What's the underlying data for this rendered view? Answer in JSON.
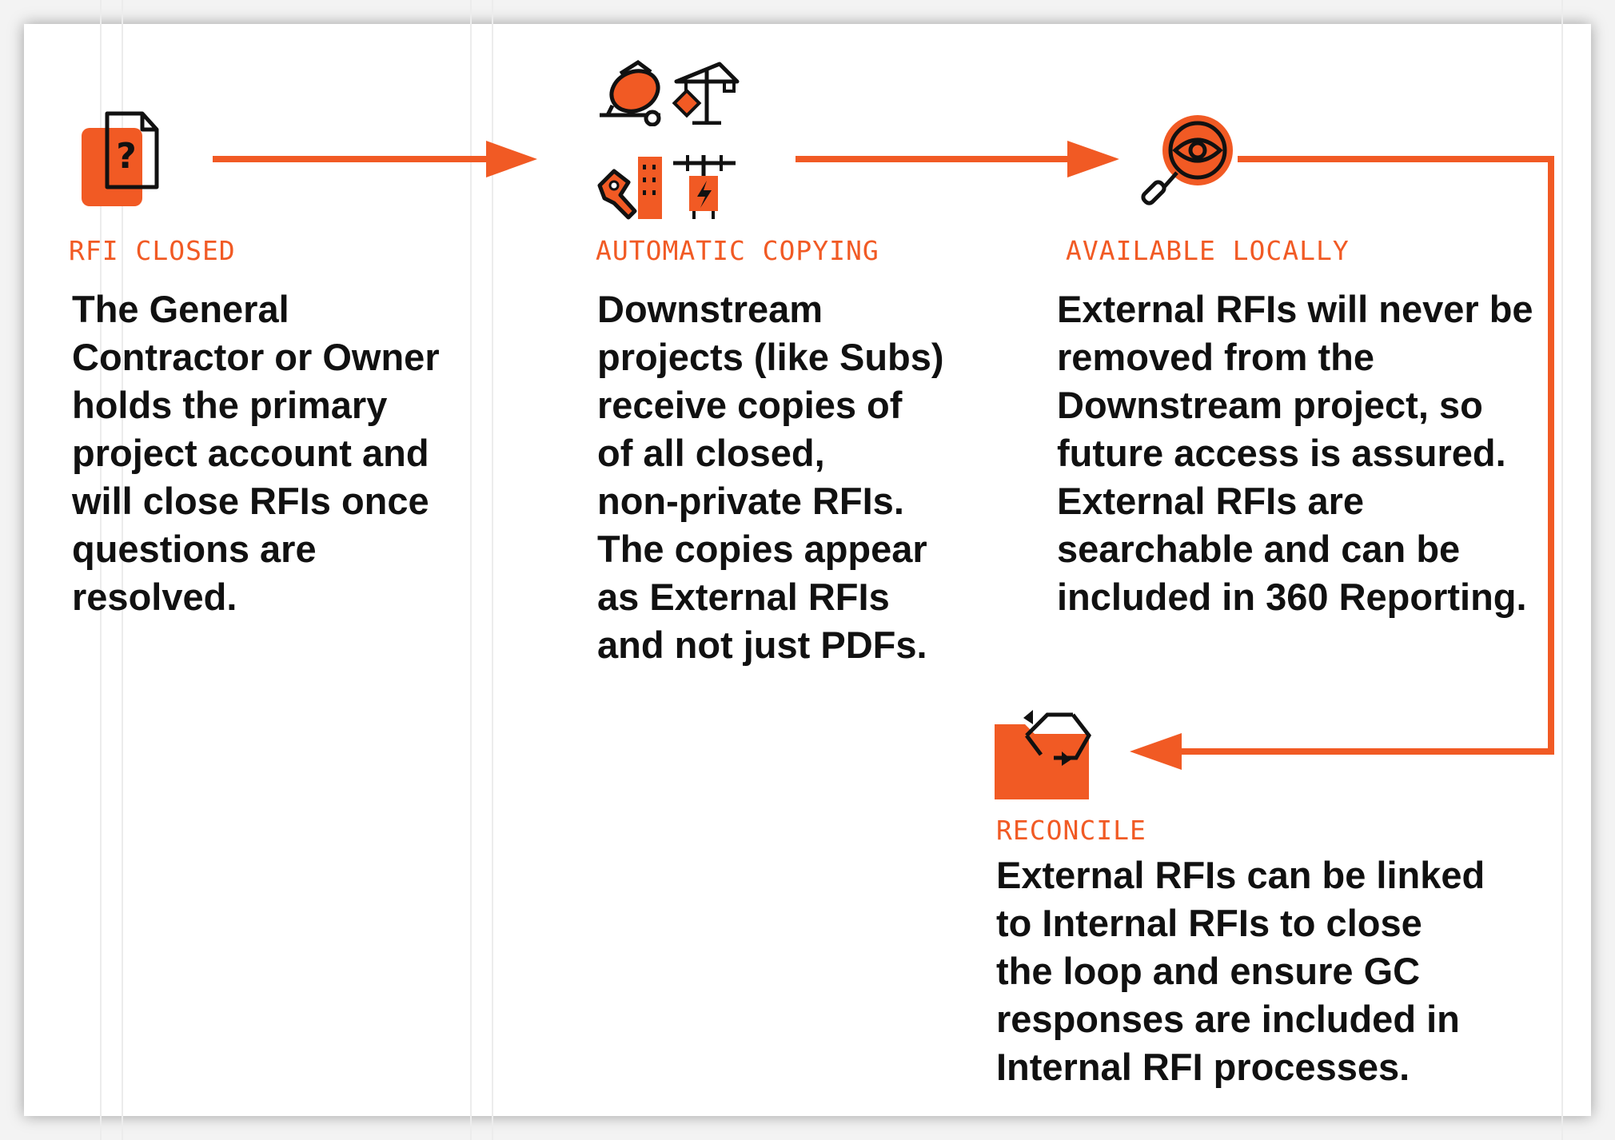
{
  "colors": {
    "accent": "#f15a24",
    "text": "#111111",
    "background": "#ffffff"
  },
  "steps": [
    {
      "label": "RFI CLOSED",
      "icon": "document-question-icon",
      "lines": [
        "The General",
        "Contractor or Owner",
        "holds the primary",
        "project account and",
        "will close RFIs once",
        "questions are",
        "resolved."
      ]
    },
    {
      "label": "AUTOMATIC COPYING",
      "icons": [
        "cement-mixer-icon",
        "crane-icon",
        "excavator-building-icon",
        "power-line-icon"
      ],
      "lines": [
        "Downstream",
        "projects (like Subs)",
        "receive copies of",
        "of all closed,",
        "non-private RFIs.",
        "The copies appear",
        "as External RFIs",
        "and not just PDFs."
      ]
    },
    {
      "label": "AVAILABLE LOCALLY",
      "icon": "magnifier-eye-icon",
      "lines": [
        "External RFIs will never be",
        "removed from the",
        "Downstream project, so",
        "future access is assured.",
        "External RFIs are",
        "searchable  and can be",
        "included in 360 Reporting."
      ]
    },
    {
      "label": "RECONCILE",
      "icon": "folder-sync-icon",
      "lines": [
        "External RFIs can be linked",
        "to Internal RFIs to close",
        "the loop and ensure GC",
        "responses are included in",
        "Internal RFI processes."
      ]
    }
  ]
}
